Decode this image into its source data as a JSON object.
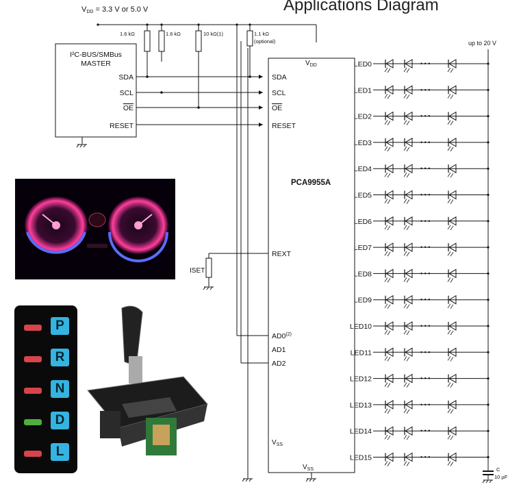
{
  "title": "Applications Diagram",
  "supply_label": "V_DD = 3.3 V or 5.0 V",
  "supply_parts": {
    "v": "V",
    "sub": "DD",
    "rest": " = 3.3 V or 5.0 V"
  },
  "resistors": [
    "1.6 kΩ",
    "1.6 kΩ",
    "10 kΩ(1)",
    "1.1 kΩ",
    "(optional)"
  ],
  "master": {
    "line1": "I²C-BUS/SMBus",
    "line2": "MASTER",
    "pins": [
      "SDA",
      "SCL",
      "OE",
      "RESET"
    ]
  },
  "chip": {
    "name": "PCA9955A",
    "vdd": "VDD",
    "left_pins": [
      "SDA",
      "SCL",
      "OE",
      "RESET",
      "REXT",
      "AD0(2)",
      "AD1",
      "AD2",
      "VSS"
    ],
    "vss_bottom": "VSS",
    "leds": [
      "LED0",
      "LED1",
      "LED2",
      "LED3",
      "LED4",
      "LED5",
      "LED6",
      "LED7",
      "LED8",
      "LED9",
      "LED10",
      "LED11",
      "LED12",
      "LED13",
      "LED14",
      "LED15"
    ]
  },
  "iset_label": "ISET",
  "led_supply": "up to 20 V",
  "capacitor": {
    "name": "C",
    "value": "10 µF"
  },
  "dots": "• • •",
  "gear_letters": [
    "P",
    "R",
    "N",
    "D",
    "L"
  ],
  "gear_led_colors": [
    "#d9434b",
    "#d9434b",
    "#d9434b",
    "#4fae3d",
    "#d9434b"
  ],
  "colors": {
    "gauge_glow": "#ff3f9c",
    "gauge_blue": "#5a6cff",
    "gear_key": "#34b4e0"
  }
}
